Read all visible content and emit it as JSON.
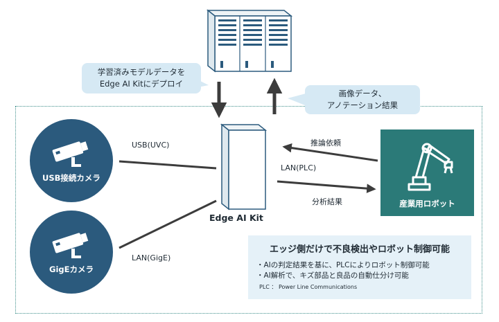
{
  "bubbles": {
    "deploy": [
      "学習済みモデルデータを",
      "Edge AI Kitにデプロイ"
    ],
    "upload": [
      "画像データ、",
      "アノテーション結果"
    ]
  },
  "cameras": {
    "usb": {
      "label": "USB接続カメラ",
      "connection": "USB(UVC)"
    },
    "gige": {
      "label": "GigEカメラ",
      "connection": "LAN(GigE)"
    }
  },
  "edge_kit": {
    "label": "Edge AI Kit"
  },
  "robot": {
    "label": "産業用ロボット",
    "connection": "LAN(PLC)",
    "to_kit": "推論依頼",
    "to_robot": "分析結果"
  },
  "info": {
    "title": "エッジ側だけで不良検出やロボット制御可能",
    "bullets": [
      "・AIの判定結果を基に、PLCによりロボット制御可能",
      "・AI解析で、キズ部品と良品の自動仕分け可能"
    ],
    "note": "PLC ： Power Line Communications"
  },
  "colors": {
    "circle": "#2b5a7d",
    "robot_box": "#2b7a78",
    "bubble": "#d6e9f4",
    "info_box": "#e5f1f8",
    "frame": "#3d8e8a",
    "line": "#3c3c3c"
  }
}
